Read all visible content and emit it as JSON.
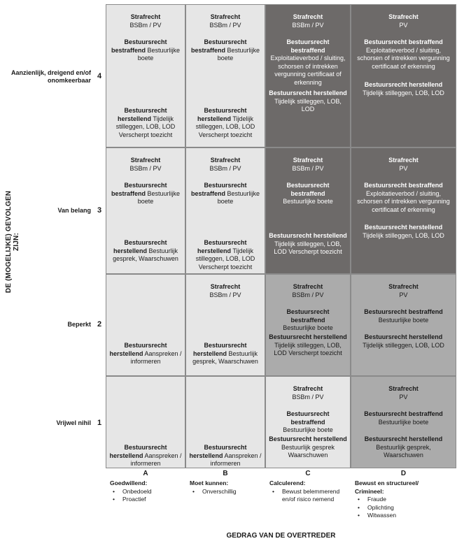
{
  "y_axis_label": "DE (MOGELIJKE) GEVOLGEN ZIJN:",
  "x_axis_label": "GEDRAG VAN DE OVERTREDER",
  "rows": [
    {
      "label": "Aanzienlijk, dreigend en/of onomkeerbaar",
      "num": "4"
    },
    {
      "label": "Van belang",
      "num": "3"
    },
    {
      "label": "Beperkt",
      "num": "2"
    },
    {
      "label": "Vrijwel nihil",
      "num": "1"
    }
  ],
  "columns": [
    {
      "letter": "A",
      "title": "Goedwillend:",
      "bullets": [
        "Onbedoeld",
        "Proactief"
      ]
    },
    {
      "letter": "B",
      "title": "Moet kunnen:",
      "bullets": [
        "Onverschillig"
      ]
    },
    {
      "letter": "C",
      "title": "Calculerend:",
      "bullets": [
        "Bewust belemmerend en/of risico nemend"
      ]
    },
    {
      "letter": "D",
      "title": "Bewust en structureel/ Crimineel:",
      "bullets": [
        "Fraude",
        "Oplichting",
        "Witwassen"
      ]
    }
  ],
  "colors": {
    "light": "#e6e6e6",
    "mid": "#ababab",
    "dark": "#6d6a69"
  },
  "cells": {
    "r4a": {
      "strafrecht": "Strafrecht",
      "straf_detail": "BSBm / PV",
      "bestraffend_title": "Bestuursrecht bestraffend",
      "bestraffend_detail": "Bestuurlijke boete",
      "herstellend_title": "Bestuursrecht herstellend",
      "herstellend_detail": "Tijdelijk stilleggen, LOB, LOD Verscherpt toezicht"
    },
    "r4b": {
      "strafrecht": "Strafrecht",
      "straf_detail": "BSBm / PV",
      "bestraffend_title": "Bestuursrecht bestraffend",
      "bestraffend_detail": "Bestuurlijke boete",
      "herstellend_title": "Bestuursrecht herstellend",
      "herstellend_detail": "Tijdelijk stilleggen, LOB, LOD Verscherpt toezicht"
    },
    "r4c": {
      "strafrecht": "Strafrecht",
      "straf_detail": "BSBm / PV",
      "bestraffend_title": "Bestuursrecht bestraffend",
      "bestraffend_detail": "Exploitatieverbod / sluiting, schorsen of intrekken vergunning certificaat of erkenning",
      "herstellend_title": "Bestuursrecht herstellend",
      "herstellend_detail": "Tijdelijk stilleggen, LOB, LOD"
    },
    "r4d": {
      "strafrecht": "Strafrecht",
      "straf_detail": "PV",
      "bestraffend_title": "Bestuursrecht bestraffend",
      "bestraffend_detail": "Exploitatieverbod / sluiting, schorsen of intrekken vergunning certificaat of erkenning",
      "herstellend_title": "Bestuursrecht herstellend",
      "herstellend_detail": "Tijdelijk stilleggen, LOB, LOD"
    },
    "r3a": {
      "strafrecht": "Strafrecht",
      "straf_detail": "BSBm / PV",
      "bestraffend_title": "Bestuursrecht bestraffend",
      "bestraffend_detail": "Bestuurlijke boete",
      "herstellend_title": "Bestuursrecht herstellend",
      "herstellend_detail": "Bestuurlijk gesprek, Waarschuwen"
    },
    "r3b": {
      "strafrecht": "Strafrecht",
      "straf_detail": "BSBm / PV",
      "bestraffend_title": "Bestuursrecht bestraffend",
      "bestraffend_detail": "Bestuurlijke boete",
      "herstellend_title": "Bestuursrecht herstellend",
      "herstellend_detail": "Tijdelijk stilleggen, LOB, LOD Verscherpt toezicht"
    },
    "r3c": {
      "strafrecht": "Strafrecht",
      "straf_detail": "BSBm / PV",
      "bestraffend_title": "Bestuursrecht bestraffend",
      "bestraffend_detail": "Bestuurlijke boete",
      "herstellend_title": "Bestuursrecht herstellend",
      "herstellend_detail": "Tijdelijk stilleggen, LOB, LOD Verscherpt toezicht"
    },
    "r3d": {
      "strafrecht": "Strafrecht",
      "straf_detail": "PV",
      "bestraffend_title": "Bestuursrecht bestraffend",
      "bestraffend_detail": "Exploitatieverbod / sluiting, schorsen of intrekken vergunning certificaat of erkenning",
      "herstellend_title": "Bestuursrecht herstellend",
      "herstellend_detail": "Tijdelijk stilleggen, LOB, LOD"
    },
    "r2a": {
      "herstellend_title": "Bestuursrecht herstellend",
      "herstellend_detail": "Aanspreken / informeren"
    },
    "r2b": {
      "strafrecht": "Strafrecht",
      "straf_detail": "BSBm / PV",
      "herstellend_title": "Bestuursrecht herstellend",
      "herstellend_detail": "Bestuurlijk gesprek, Waarschuwen"
    },
    "r2c": {
      "strafrecht": "Strafrecht",
      "straf_detail": "BSBm / PV",
      "bestraffend_title": "Bestuursrecht bestraffend",
      "bestraffend_detail": "Bestuurlijke boete",
      "herstellend_title": "Bestuursrecht herstellend",
      "herstellend_detail": "Tijdelijk stilleggen, LOB, LOD Verscherpt toezicht"
    },
    "r2d": {
      "strafrecht": "Strafrecht",
      "straf_detail": "PV",
      "bestraffend_title": "Bestuursrecht bestraffend",
      "bestraffend_detail": "Bestuurlijke boete",
      "herstellend_title": "Bestuursrecht herstellend",
      "herstellend_detail": "Tijdelijk stilleggen, LOB, LOD"
    },
    "r1a": {
      "herstellend_title": "Bestuursrecht herstellend",
      "herstellend_detail": "Aanspreken / informeren"
    },
    "r1b": {
      "herstellend_title": "Bestuursrecht herstellend",
      "herstellend_detail": "Aanspreken / informeren"
    },
    "r1c": {
      "strafrecht": "Strafrecht",
      "straf_detail": "BSBm / PV",
      "bestraffend_title": "Bestuursrecht bestraffend",
      "bestraffend_detail": "Bestuurlijke boete",
      "herstellend_title": "Bestuursrecht herstellend",
      "herstellend_detail": "Bestuurlijk gesprek Waarschuwen"
    },
    "r1d": {
      "strafrecht": "Strafrecht",
      "straf_detail": "PV",
      "bestraffend_title": "Bestuursrecht bestraffend",
      "bestraffend_detail": "Bestuurlijke boete",
      "herstellend_title": "Bestuursrecht herstellend",
      "herstellend_detail": "Bestuurlijk gesprek, Waarschuwen"
    }
  }
}
